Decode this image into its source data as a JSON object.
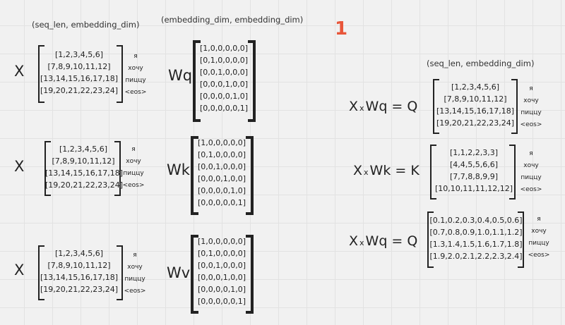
{
  "badge": "1",
  "headers": {
    "x_shape": "(seq_len, embedding_dim)",
    "w_shape": "(embedding_dim, embedding_dim)",
    "result_shape": "(seq_len, embedding_dim)"
  },
  "x_label": "X",
  "tokens": [
    "я",
    "хочу",
    "пиццу",
    "<eos>"
  ],
  "x_rows": [
    "[1,2,3,4,5,6]",
    "[7,8,9,10,11,12]",
    "[13,14,15,16,17,18]",
    "[19,20,21,22,23,24]"
  ],
  "identity_rows": [
    "[1,0,0,0,0,0]",
    "[0,1,0,0,0,0]",
    "[0,0,1,0,0,0]",
    "[0,0,0,1,0,0]",
    "[0,0,0,0,1,0]",
    "[0,0,0,0,0,1]"
  ],
  "weights": [
    {
      "label": "Wq"
    },
    {
      "label": "Wk"
    },
    {
      "label": "Wv"
    }
  ],
  "results": [
    {
      "lhs": "X",
      "op": "x",
      "rhs": "Wq = Q",
      "rows": [
        "[1,2,3,4,5,6]",
        "[7,8,9,10,11,12]",
        "[13,14,15,16,17,18]",
        "[19,20,21,22,23,24]"
      ]
    },
    {
      "lhs": "X",
      "op": "x",
      "rhs": "Wk = K",
      "rows": [
        "[1,1,2,2,3,3]",
        "[4,4,5,5,6,6]",
        "[7,7,8,8,9,9]",
        "[10,10,11,11,12,12]"
      ]
    },
    {
      "lhs": "X",
      "op": "x",
      "rhs": "Wq = Q",
      "rows": [
        "[0.1,0.2,0.3,0.4,0.5,0.6]",
        "[0.7,0.8,0.9,1.0,1.1,1.2]",
        "[1.3,1.4,1.5,1.6,1.7,1.8]",
        "[1.9,2.0,2.1,2.2,2.3,2.4]"
      ]
    }
  ]
}
